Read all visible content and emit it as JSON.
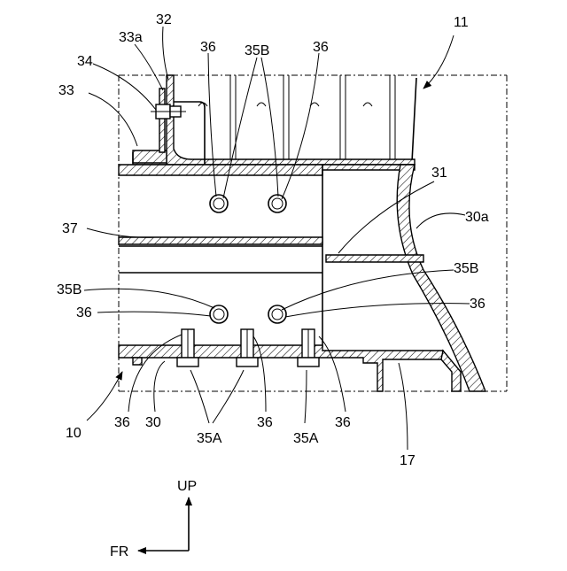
{
  "labels": {
    "l32": "32",
    "l11": "11",
    "l33a": "33a",
    "l36_a": "36",
    "l35B_a": "35B",
    "l36_b": "36",
    "l34": "34",
    "l33": "33",
    "l31": "31",
    "l30a": "30a",
    "l37": "37",
    "l35B_b": "35B",
    "l35B_c": "35B",
    "l36_c": "36",
    "l36_d": "36",
    "l10": "10",
    "l36_e": "36",
    "l30": "30",
    "l36_f": "36",
    "l36_g": "36",
    "l35A_a": "35A",
    "l35A_b": "35A",
    "l17": "17"
  },
  "axes": {
    "up": "UP",
    "fr": "FR"
  }
}
